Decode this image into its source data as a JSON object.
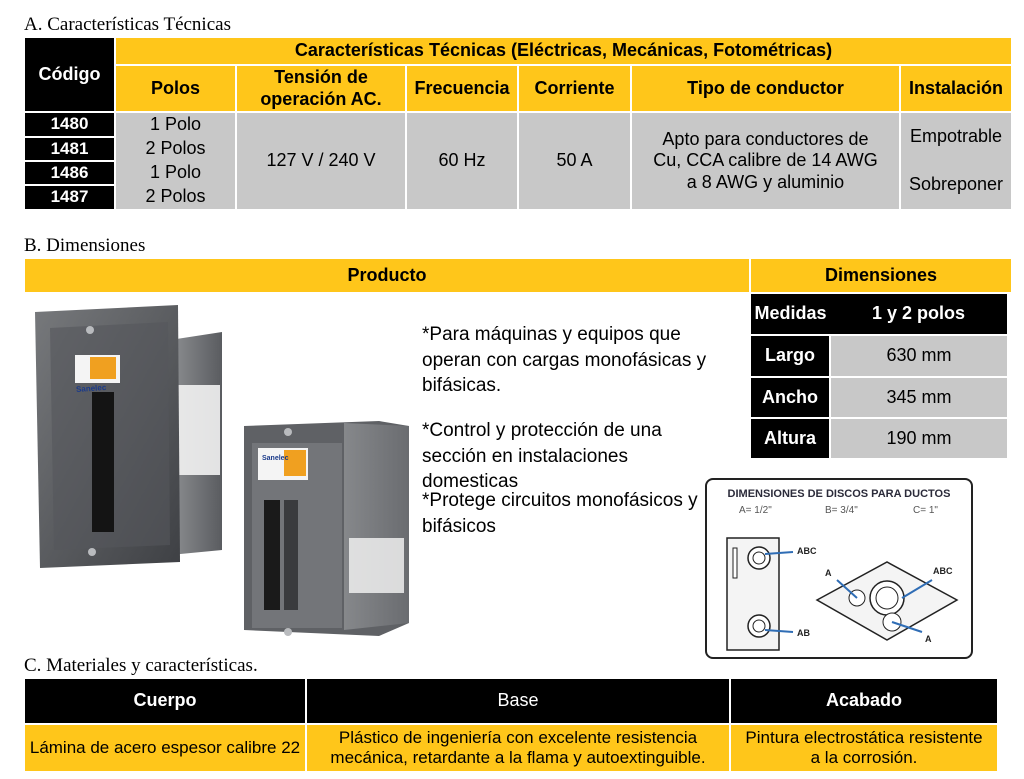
{
  "section_a": {
    "title": "A. Características Técnicas",
    "header": {
      "codigo": "Código",
      "group": "Características Técnicas (Eléctricas, Mecánicas, Fotométricas)",
      "columns": [
        "Polos",
        "Tensión de operación AC.",
        "Frecuencia",
        "Corriente",
        "Tipo de conductor",
        "Instalación"
      ]
    },
    "rows": [
      {
        "codigo": "1480",
        "polos": "1 Polo"
      },
      {
        "codigo": "1481",
        "polos": "2 Polos"
      },
      {
        "codigo": "1486",
        "polos": "1 Polo"
      },
      {
        "codigo": "1487",
        "polos": "2 Polos"
      }
    ],
    "tension": "127 V / 240 V",
    "frecuencia": "60 Hz",
    "corriente": "50 A",
    "conductor": "Apto para conductores de Cu, CCA calibre de 14 AWG a 8 AWG y aluminio",
    "instalacion": [
      "Empotrable",
      "Sobreponer"
    ]
  },
  "section_b": {
    "title": "B. Dimensiones",
    "producto_header": "Producto",
    "dimensiones_header": "Dimensiones",
    "bullets": [
      "*Para máquinas y equipos que operan con cargas monofásicas y bifásicas.",
      "*Control y protección de una sección en instalaciones domesticas",
      "*Protege circuitos monofásicos y bifásicos"
    ],
    "dims_table": {
      "col1": "Medidas",
      "col2": "1 y 2 polos",
      "rows": [
        {
          "label": "Largo",
          "value": "630 mm"
        },
        {
          "label": "Ancho",
          "value": "345 mm"
        },
        {
          "label": "Altura",
          "value": "190 mm"
        }
      ]
    },
    "product_brand": "Sanelec",
    "discos": {
      "title": "DIMENSIONES DE DISCOS PARA DUCTOS",
      "a": "A= 1/2\"",
      "b": "B= 3/4\"",
      "c": "C= 1\"",
      "label_abc": "ABC",
      "label_a": "A",
      "label_ab": "AB"
    }
  },
  "section_c": {
    "title": "C. Materiales y características.",
    "headers": [
      "Cuerpo",
      "Base",
      "Acabado"
    ],
    "values": [
      "Lámina de acero espesor calibre 22",
      "Plástico de ingeniería con excelente resistencia mecánica, retardante a la flama y autoextinguible.",
      "Pintura electrostática resistente a la corrosión."
    ]
  },
  "colors": {
    "yellow": "#ffc61a",
    "black": "#000000",
    "grey": "#c8c8c8"
  }
}
